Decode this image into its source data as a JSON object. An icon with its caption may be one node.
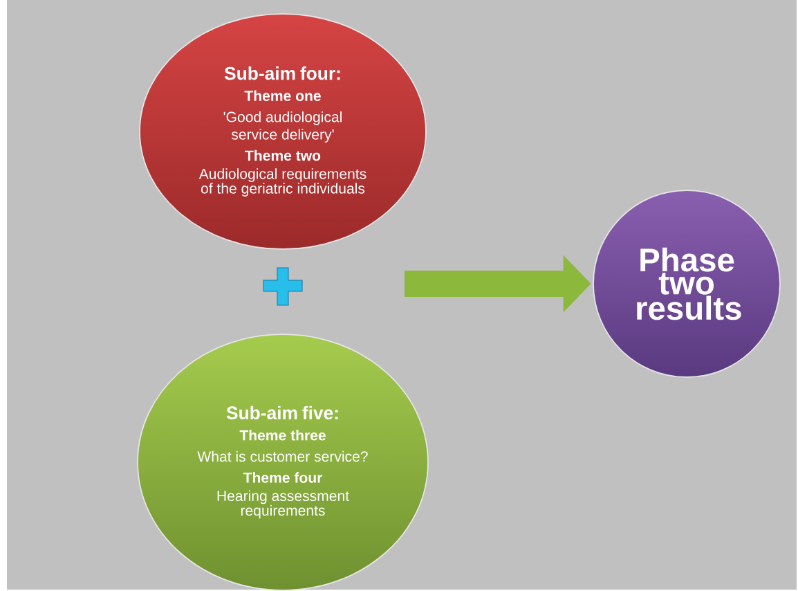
{
  "diagram": {
    "nodes": [
      {
        "text": [
          "Sub-aim four:",
          "Theme one",
          "'Good audiological service delivery'",
          "Theme two",
          "Audiological requirements of the geriatric individuals"
        ]
      },
      {
        "text": [
          "Sub-aim five:",
          "Theme three",
          "What is customer service?",
          "Theme four",
          "Hearing assessment requirements"
        ]
      },
      {
        "text": [
          "Phase two results"
        ]
      }
    ],
    "edges": [
      {
        "from": null,
        "to": 2,
        "arrow": "to"
      }
    ]
  }
}
